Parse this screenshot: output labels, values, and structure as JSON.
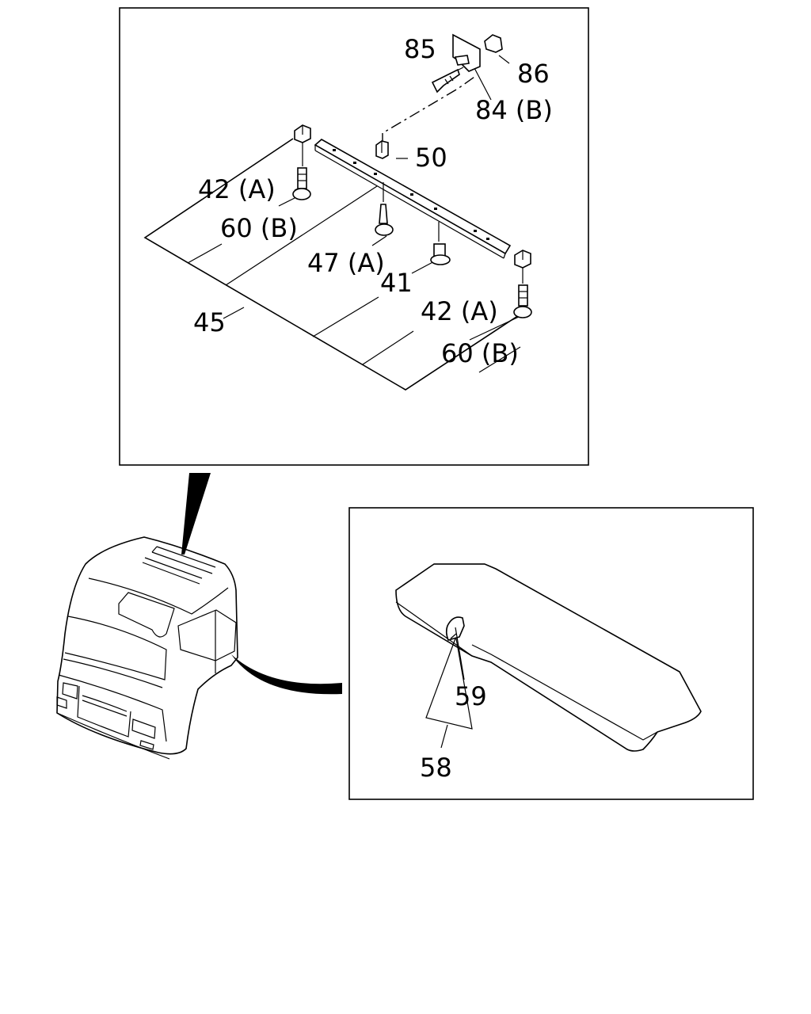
{
  "callouts": {
    "c85": "85",
    "c86": "86",
    "c84b": "84 (B)",
    "c50": "50",
    "c42a_left": "42 (A)",
    "c60b_left": "60 (B)",
    "c47a": "47 (A)",
    "c41": "41",
    "c45": "45",
    "c42a_right": "42 (A)",
    "c60b_right": "60 (B)",
    "c59": "59",
    "c58": "58"
  }
}
